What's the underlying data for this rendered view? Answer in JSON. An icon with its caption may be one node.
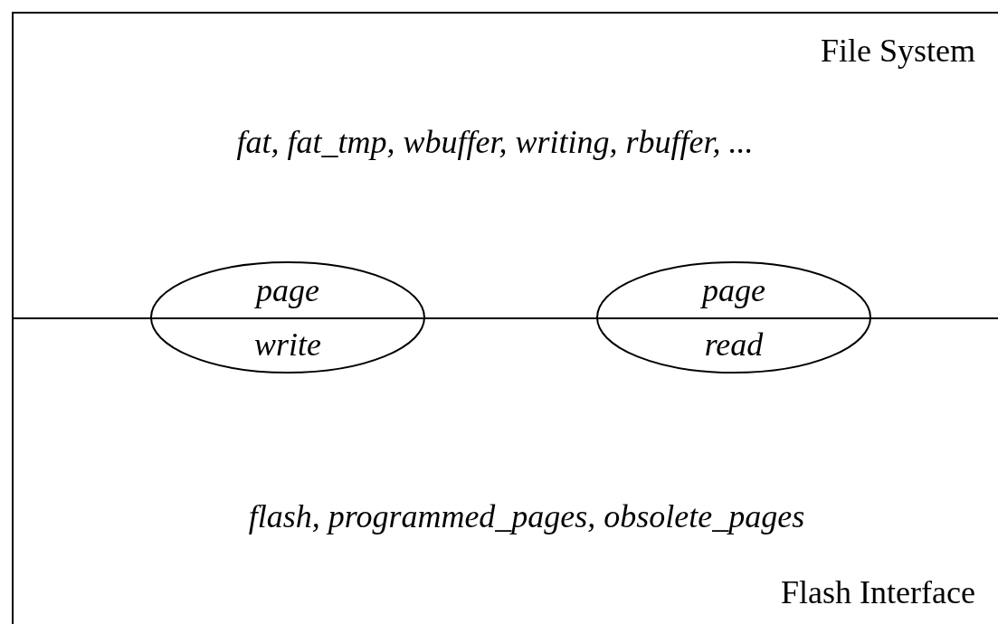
{
  "diagram": {
    "nodes": [
      {
        "text": [
          "File System",
          "fat,  fat_tmp,  wbuffer, writing, rbuffer,  ..."
        ]
      },
      {
        "text": [
          "page write"
        ]
      },
      {
        "text": [
          "page read"
        ]
      },
      {
        "text": [
          "flash,  programmed_pages, obsolete_pages",
          "Flash Interface"
        ]
      }
    ],
    "edges": []
  }
}
